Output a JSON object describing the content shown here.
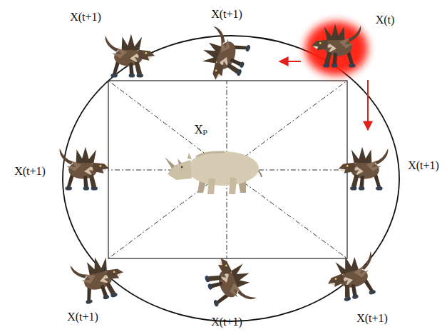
{
  "diagram": {
    "labels": [
      "X(t+1)",
      "X(t+1)",
      "X(t)",
      "X(t+1)",
      "Xₚ",
      "X(t+1)",
      "X(t+1)",
      "X(t+1)",
      "X(t+1)"
    ]
  }
}
